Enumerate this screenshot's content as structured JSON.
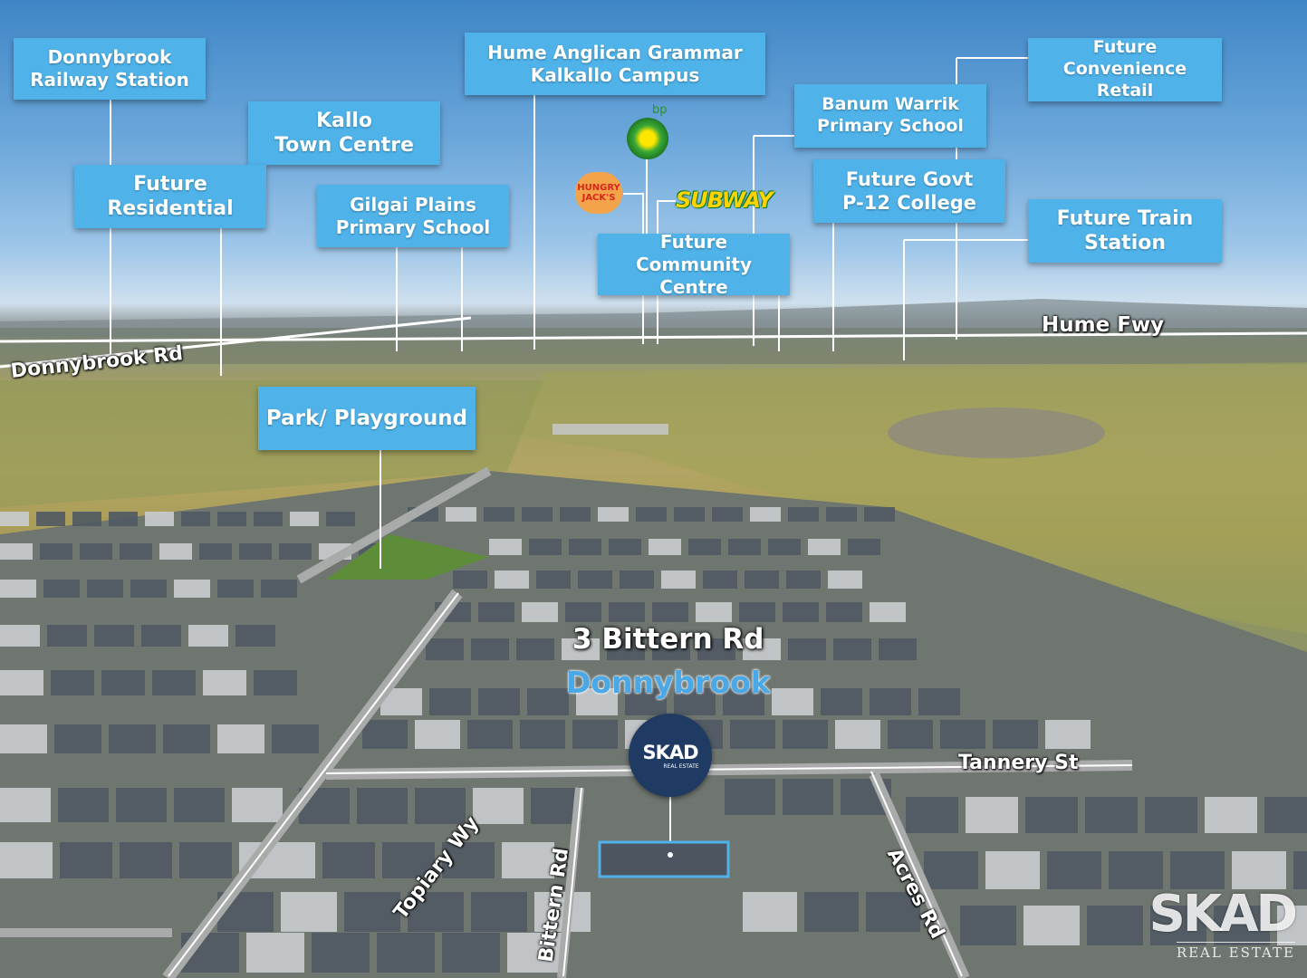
{
  "callouts": {
    "donnybrook_station": "Donnybrook\nRailway Station",
    "hume_grammar": "Hume Anglican Grammar\nKalkallo Campus",
    "future_convenience": "Future Convenience\nRetail",
    "kallo_town": "Kallo\nTown Centre",
    "banum_warrik": "Banum Warrik\nPrimary School",
    "future_residential": "Future\nResidential",
    "gilgai_plains": "Gilgai Plains\nPrimary School",
    "future_govt": "Future Govt\nP-12 College",
    "future_train": "Future Train\nStation",
    "community_centre": "Future Community\nCentre",
    "park": "Park/ Playground"
  },
  "brands": {
    "bp": "bp",
    "hungry_jacks": "HUNGRY\nJACK'S",
    "subway": "SUBWAY"
  },
  "roads": {
    "donnybrook_rd": "Donnybrook Rd",
    "hume_fwy": "Hume Fwy",
    "tannery_st": "Tannery St",
    "topiary_wy": "Topiary Wy",
    "bittern_rd": "Bittern Rd",
    "acres_rd": "Acres Rd"
  },
  "property": {
    "address": "3 Bittern Rd",
    "suburb": "Donnybrook"
  },
  "agency": {
    "badge": "SKAD",
    "badge_sub": "REAL ESTATE",
    "watermark": "SKAD",
    "watermark_sub": "REAL ESTATE"
  },
  "colors": {
    "callout_bg": "#4fb3ea",
    "suburb_text": "#4aa8e6",
    "badge_bg": "#1f3b63"
  }
}
